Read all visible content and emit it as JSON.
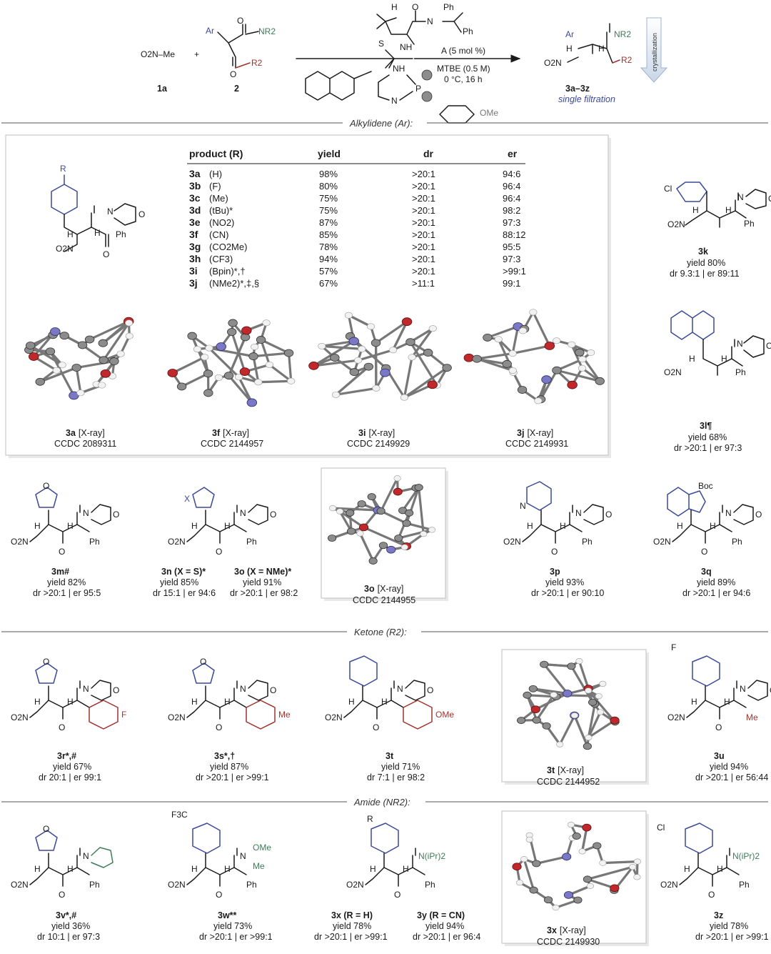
{
  "reaction": {
    "reagent1": "O2N–Me",
    "reagent1_id": "1a",
    "plus": "+",
    "reagent2_ar": "Ar",
    "reagent2_nr2": "NR2",
    "reagent2_r2": "R2",
    "reagent2_id": "2",
    "catalyst_line1": "A (5 mol %)",
    "catalyst_line2": "MTBE (0.5 M)",
    "catalyst_line3": "0 °C, 16 h",
    "cat_s": "S",
    "cat_nh1": "NH",
    "cat_nh2": "NH",
    "cat_nh3": "N",
    "cat_h": "H",
    "cat_o": "O",
    "cat_n": "N",
    "cat_p": "P",
    "cat_ph1": "Ph",
    "cat_ph2": "Ph",
    "cat_ome": "OMe",
    "product_ar": "Ar",
    "product_nr2": "NR2",
    "product_r2": "R2",
    "product_h1": "H",
    "product_h2": "H",
    "product_o2n": "O2N",
    "product_ids": "3a–3z",
    "product_note": "single filtration",
    "crystallization": "crystallization"
  },
  "sections": {
    "alkylidene": "Alkylidene (Ar):",
    "ketone": "Ketone (R2):",
    "amide": "Amide (NR2):"
  },
  "table": {
    "headers": [
      "product (R)",
      "yield",
      "dr",
      "er"
    ],
    "rows": [
      [
        "3a",
        "(H)",
        "98%",
        ">20:1",
        "94:6"
      ],
      [
        "3b",
        "(F)",
        "80%",
        ">20:1",
        "96:4"
      ],
      [
        "3c",
        "(Me)",
        "75%",
        ">20:1",
        "96:4"
      ],
      [
        "3d",
        "(tBu)*",
        "75%",
        ">20:1",
        "98:2"
      ],
      [
        "3e",
        "(NO2)",
        "87%",
        ">20:1",
        "97:3"
      ],
      [
        "3f",
        "(CN)",
        "85%",
        ">20:1",
        "88:12"
      ],
      [
        "3g",
        "(CO2Me)",
        "78%",
        ">20:1",
        "95:5"
      ],
      [
        "3h",
        "(CF3)",
        "94%",
        ">20:1",
        "97:3"
      ],
      [
        "3i",
        "(Bpin)*,†",
        "57%",
        ">20:1",
        ">99:1"
      ],
      [
        "3j",
        "(NMe2)*,‡,§",
        "67%",
        ">11:1",
        "99:1"
      ]
    ]
  },
  "xray": [
    {
      "id": "3a",
      "label": "[X-ray]",
      "ccdc": "CCDC 2089311"
    },
    {
      "id": "3f",
      "label": "[X-ray]",
      "ccdc": "CCDC 2144957"
    },
    {
      "id": "3i",
      "label": "[X-ray]",
      "ccdc": "CCDC 2149929"
    },
    {
      "id": "3j",
      "label": "[X-ray]",
      "ccdc": "CCDC 2149931"
    },
    {
      "id": "3o",
      "label": "[X-ray]",
      "ccdc": "CCDC 2144955"
    },
    {
      "id": "3t",
      "label": "[X-ray]",
      "ccdc": "CCDC  2144952"
    },
    {
      "id": "3x",
      "label": "[X-ray]",
      "ccdc": "CCDC  2149930"
    }
  ],
  "compounds": {
    "c3k": {
      "id": "3k",
      "yield": "yield 80%",
      "drer": "dr 9.3:1 | er 89:11",
      "sub": "Cl"
    },
    "c3l": {
      "id": "3l¶",
      "yield": "yield 68%",
      "drer": "dr >20:1 | er 97:3"
    },
    "c3m": {
      "id": "3m#",
      "yield": "yield 82%",
      "drer": "dr >20:1 | er 95:5"
    },
    "c3n": {
      "id": "3n (X = S)*",
      "yield": "yield 85%",
      "drer": "dr 15:1 | er 94:6",
      "sub": "X"
    },
    "c3o": {
      "id": "3o (X = NMe)*",
      "yield": "yield 91%",
      "drer": "dr >20:1 | er 98:2"
    },
    "c3p": {
      "id": "3p",
      "yield": "yield 93%",
      "drer": "dr >20:1 | er 90:10",
      "sub": "N"
    },
    "c3q": {
      "id": "3q",
      "yield": "yield 89%",
      "drer": "dr >20:1 | er 94:6",
      "sub": "Boc"
    },
    "c3r": {
      "id": "3r*,#",
      "yield": "yield 67%",
      "drer": "dr 20:1 | er 99:1",
      "sub": "F"
    },
    "c3s": {
      "id": "3s*,†",
      "yield": "yield 87%",
      "drer": "dr >20:1 | er >99:1",
      "sub": "Me"
    },
    "c3t": {
      "id": "3t",
      "yield": "yield 71%",
      "drer": "dr 7:1 | er 98:2",
      "sub": "OMe"
    },
    "c3u": {
      "id": "3u",
      "yield": "yield 94%",
      "drer": "dr >20:1 | er 56:44",
      "sub": "F",
      "sub2": "Me"
    },
    "c3v": {
      "id": "3v*,#",
      "yield": "yield 36%",
      "drer": "dr 10:1 | er 97:3"
    },
    "c3w": {
      "id": "3w**",
      "yield": "yield 73%",
      "drer": "dr >20:1 | er >99:1",
      "sub": "F3C",
      "sub2": "OMe",
      "sub3": "Me"
    },
    "c3x": {
      "id": "3x (R = H)",
      "yield": "yield 78%",
      "drer": "dr >20:1 | er >99:1",
      "sub": "R",
      "sub2": "N(iPr)2"
    },
    "c3y": {
      "id": "3y (R = CN)",
      "yield": "yield 94%",
      "drer": "dr >20:1 | er 96:4"
    },
    "c3z": {
      "id": "3z",
      "yield": "yield 78%",
      "drer": "dr >20:1 | er >99:1",
      "sub": "Cl",
      "sub2": "N(iPr)2"
    }
  },
  "common_labels": {
    "o2n": "O2N",
    "h": "H",
    "ph": "Ph",
    "o": "O",
    "n": "N",
    "r": "R"
  },
  "colors": {
    "ar_blue": "#3b4a99",
    "ketone_red": "#a3322d",
    "amide_green": "#3f7b5b"
  }
}
